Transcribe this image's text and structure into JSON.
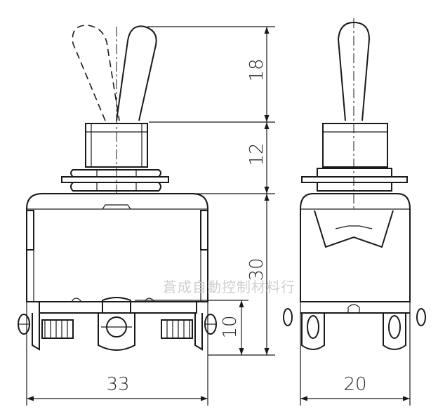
{
  "dimensions": {
    "lever_height": "18",
    "bushing_height": "12",
    "body_height": "30",
    "terminal_height": "10",
    "front_width": "33",
    "side_width": "20"
  },
  "watermark": "蒼成自動控制材料行"
}
